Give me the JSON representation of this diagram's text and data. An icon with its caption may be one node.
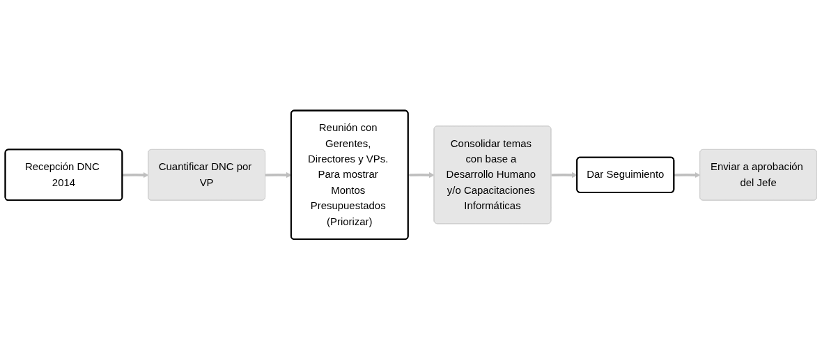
{
  "diagram": {
    "nodes": [
      {
        "text": [
          "Recepción DNC 2014"
        ]
      },
      {
        "text": [
          "Cuantificar DNC por VP"
        ]
      },
      {
        "text": [
          "Reunión con Gerentes, Directores y VPs. Para mostrar Montos Presupuestados (Priorizar)"
        ]
      },
      {
        "text": [
          "Consolidar temas con base a Desarrollo Humano y/o Capacitaciones Informáticas"
        ]
      },
      {
        "text": [
          "Dar Seguimiento"
        ]
      },
      {
        "text": [
          "Enviar a aprobación del Jefe"
        ]
      }
    ],
    "edges": [
      {
        "from": 0,
        "to": 1,
        "arrow": "to"
      },
      {
        "from": 1,
        "to": 2,
        "arrow": "to"
      },
      {
        "from": 2,
        "to": 3,
        "arrow": "to"
      },
      {
        "from": 3,
        "to": 4,
        "arrow": "to"
      },
      {
        "from": 4,
        "to": 5,
        "arrow": "to"
      }
    ]
  }
}
